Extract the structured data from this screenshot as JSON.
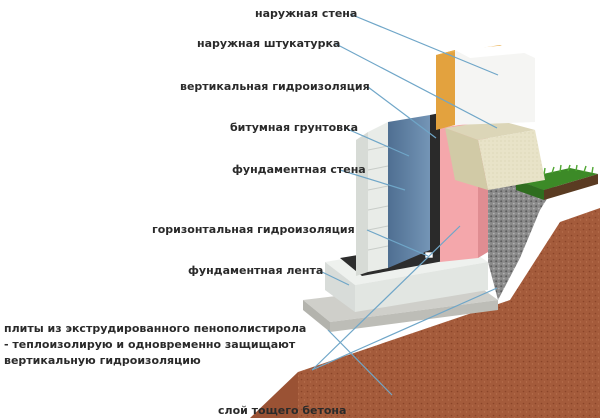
{
  "labels": {
    "outer_wall": "наружная стена",
    "outer_plaster": "наружная штукатурка",
    "vertical_waterproofing": "вертикальная гидроизоляция",
    "bitumen_primer": "битумная грунтовка",
    "foundation_wall": "фундаментная стена",
    "horizontal_waterproofing": "горизонтальная гидроизоляция",
    "foundation_strip": "фундаментная лента",
    "eps_boards": [
      "плиты из экструдированного пенополистирола",
      "- теплоизолирую и одновременно защищают",
      "вертикальную гидроизоляцию"
    ],
    "lean_concrete": "слой тощего бетона"
  },
  "colors": {
    "leader_line": "#6fa6c8",
    "soil": "#a35a3a",
    "gravel": "#7b7b7b",
    "grass": "#3f8f2a",
    "lean_concrete": "#c9c9c4",
    "foundation_block": "#e3e8e4",
    "bitumen_layer": "#5d7fa2",
    "waterproofing": "#2b2b2b",
    "eps_board": "#f2a2a6",
    "plaster": "#e7e2c7",
    "wall_block": "#f4f4f2",
    "wood_layer": "#e3a23e"
  }
}
